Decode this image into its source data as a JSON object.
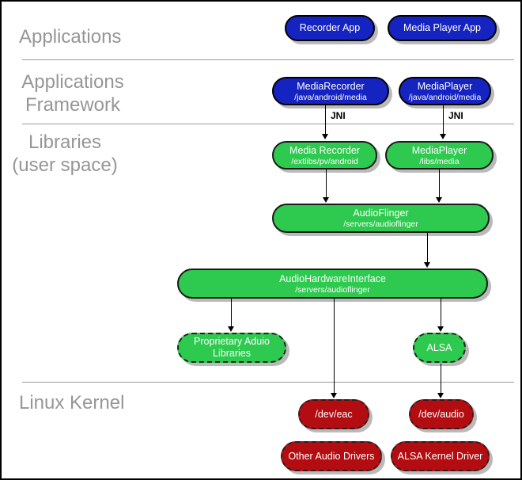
{
  "layers": {
    "applications": "Applications",
    "framework_line1": "Applications",
    "framework_line2": "Framework",
    "libraries_line1": "Libraries",
    "libraries_line2": "(user space)",
    "kernel": "Linux Kernel"
  },
  "nodes": {
    "recorder_app": {
      "label": "Recorder App"
    },
    "media_player_app": {
      "label": "Media Player App"
    },
    "media_recorder_fw": {
      "label": "MediaRecorder",
      "sublabel": "/java/android/media"
    },
    "media_player_fw": {
      "label": "MediaPlayer",
      "sublabel": "/java/android/media"
    },
    "media_recorder_lib": {
      "label": "Media Recorder",
      "sublabel": "/extlibs/pv/android"
    },
    "media_player_lib": {
      "label": "MediaPlayer",
      "sublabel": "/libs/media"
    },
    "audio_flinger": {
      "label": "AudioFlinger",
      "sublabel": "/servers/audioflinger"
    },
    "audio_hw_interface": {
      "label": "AudioHardwareInterface",
      "sublabel": "/servers/audioflinger"
    },
    "proprietary_audio_libs": {
      "label_line1": "Proprietary Aduio",
      "label_line2": "Libraries"
    },
    "alsa": {
      "label": "ALSA"
    },
    "dev_eac": {
      "label": "/dev/eac"
    },
    "dev_audio": {
      "label": "/dev/audio"
    },
    "other_audio_drivers": {
      "label": "Other Audio Drivers"
    },
    "alsa_kernel_driver": {
      "label": "ALSA Kernel Driver"
    }
  },
  "edges": {
    "jni_label": "JNI"
  },
  "colors": {
    "app_blue": "#1523c0",
    "lib_green": "#2ec94f",
    "kernel_red": "#b30d12",
    "layer_label_gray": "#969696",
    "shadow_gray": "#bababa"
  }
}
